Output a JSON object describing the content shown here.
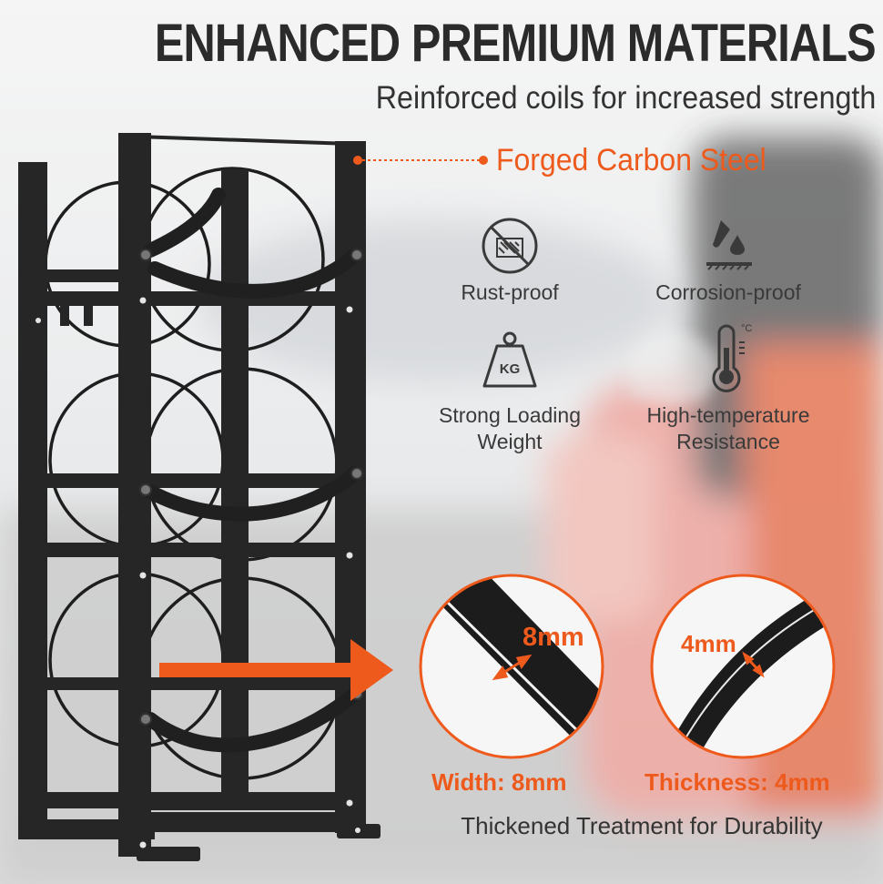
{
  "heading": {
    "title": "ENHANCED PREMIUM MATERIALS",
    "subtitle": "Reinforced coils for increased strength"
  },
  "callout": {
    "label": "Forged Carbon Steel"
  },
  "features": [
    {
      "icon": "rust-proof-icon",
      "label": "Rust-proof"
    },
    {
      "icon": "corrosion-proof-icon",
      "label": "Corrosion-proof"
    },
    {
      "icon": "weight-icon",
      "icon_text": "KG",
      "label_line1": "Strong Loading",
      "label_line2": "Weight"
    },
    {
      "icon": "thermometer-icon",
      "icon_text": "°C",
      "label_line1": "High-temperature",
      "label_line2": "Resistance"
    }
  ],
  "measurements": [
    {
      "value": "8mm",
      "label": "Width: 8mm"
    },
    {
      "value": "4mm",
      "label": "Thickness: 4mm"
    }
  ],
  "caption": "Thickened Treatment for Durability",
  "colors": {
    "accent": "#EE5A1C",
    "frame": "#222222",
    "text": "#333333"
  }
}
